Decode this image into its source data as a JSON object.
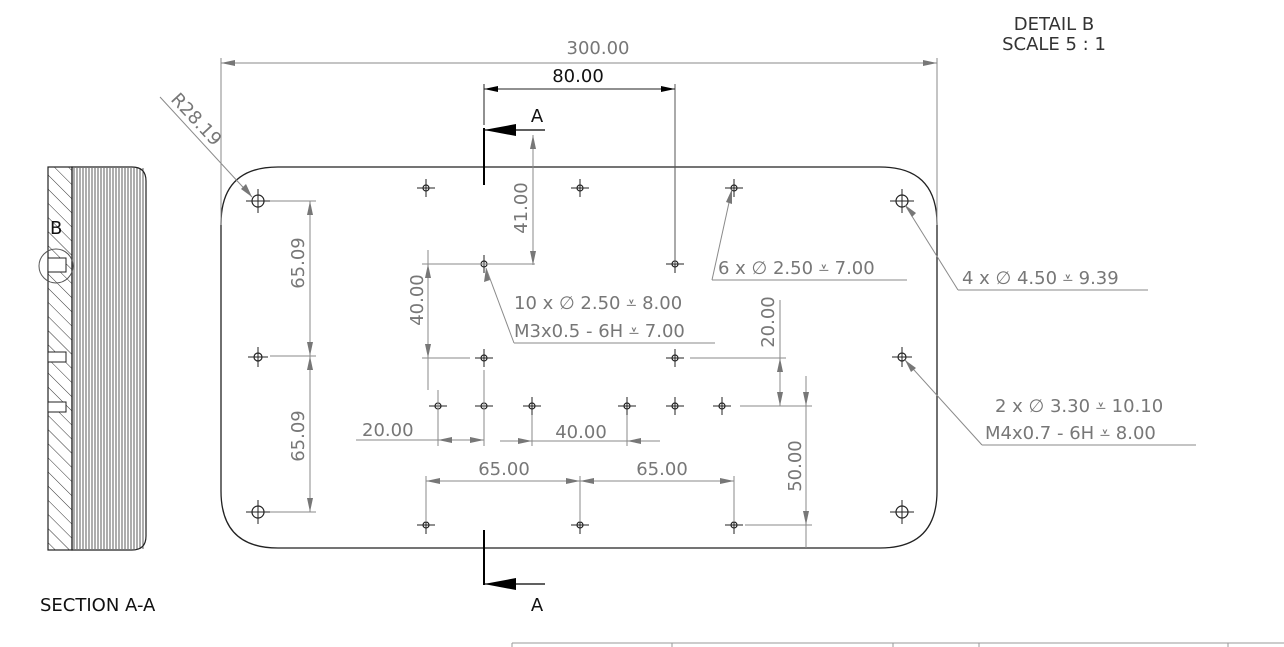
{
  "detail": {
    "title": "DETAIL B",
    "scale": "SCALE 5 : 1"
  },
  "section": {
    "label": "SECTION A-A",
    "marker": "B"
  },
  "cut_markers": {
    "top": "A",
    "bottom": "A"
  },
  "dimensions": {
    "overall_width": "300.00",
    "top_offset": "80.00",
    "radius": "R28.19",
    "v41": "41.00",
    "v40": "40.00",
    "v65_upper": "65.09",
    "v65_lower": "65.09",
    "v20": "20.00",
    "v50": "50.00",
    "h20": "20.00",
    "h40": "40.00",
    "h65_left": "65.00",
    "h65_right": "65.00"
  },
  "callouts": {
    "c10_line1": "10 x ∅ 2.50 ⩡ 8.00",
    "c10_line2": "M3x0.5 - 6H ⩡ 7.00",
    "c6": "6 x ∅ 2.50 ⩡ 7.00",
    "c4": "4 x ∅ 4.50 ⩡ 9.39",
    "c2_line1": "2 x ∅ 3.30 ⩡ 10.10",
    "c2_line2": "M4x0.7 - 6H ⩡ 8.00"
  }
}
